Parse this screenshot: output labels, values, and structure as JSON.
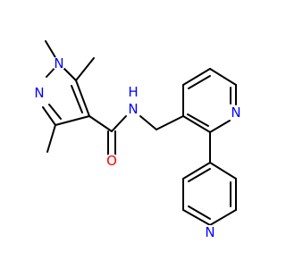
{
  "molecule": {
    "atoms": [
      {
        "id": "N_pyrazole_1",
        "label": "N",
        "color": "#0000ff"
      },
      {
        "id": "N_pyrazole_2",
        "label": "N",
        "color": "#0000ff"
      },
      {
        "id": "N_amide",
        "label": "N",
        "color": "#0000ff"
      },
      {
        "id": "H_amide",
        "label": "H",
        "color": "#0000ff"
      },
      {
        "id": "O_carbonyl",
        "label": "O",
        "color": "#ff0000"
      },
      {
        "id": "N_pyridine_1",
        "label": "N",
        "color": "#0000ff"
      },
      {
        "id": "N_pyridine_2",
        "label": "N",
        "color": "#0000ff"
      }
    ]
  }
}
